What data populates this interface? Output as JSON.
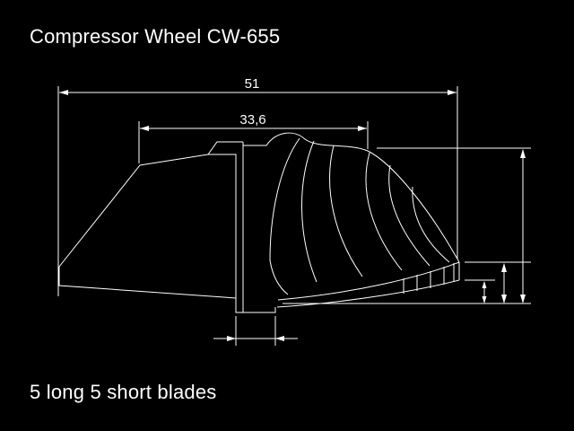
{
  "title": "Compressor Wheel CW-655",
  "caption": "5 long 5 short blades",
  "dimensions": {
    "width_overall": "51",
    "width_inducer": "33,6"
  },
  "blades": {
    "long": "5",
    "short": "5"
  },
  "colors": {
    "background": "#000000",
    "line": "#ffffff"
  }
}
